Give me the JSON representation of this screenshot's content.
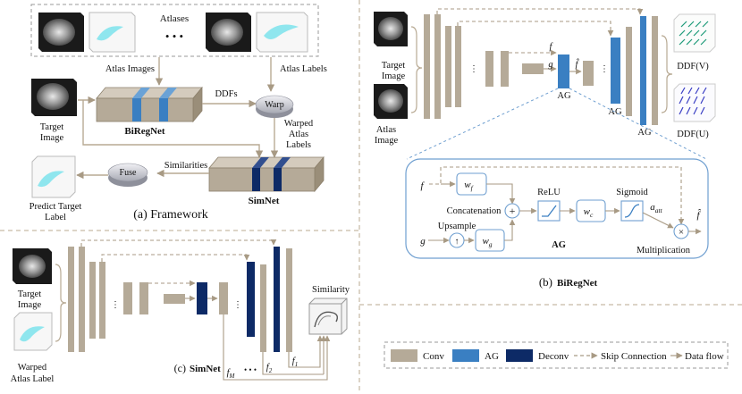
{
  "panel_a": {
    "atlases": "Atlases",
    "dots": "• • •",
    "atlas_images": "Atlas Images",
    "atlas_labels": "Atlas Labels",
    "target_image": [
      "Target",
      "Image"
    ],
    "ddfs": "DDFs",
    "warp": "Warp",
    "biregnet": "BiRegNet",
    "warped_atlas_labels": [
      "Warped",
      "Atlas",
      "Labels"
    ],
    "similarities": "Similarities",
    "fuse": "Fuse",
    "simnet": "SimNet",
    "predict": [
      "Predict Target",
      "Label"
    ],
    "caption": "(a) Framework"
  },
  "panel_b": {
    "target_image": [
      "Target",
      "Image"
    ],
    "atlas_image": [
      "Atlas",
      "Image"
    ],
    "f": "f",
    "g": "g",
    "f_hat": "f̂",
    "ag_labels": [
      "AG",
      "AG",
      "AG"
    ],
    "ddf_v": "DDF(V)",
    "ddf_u": "DDF(U)",
    "caption_prefix": "(b)",
    "caption_name": "BiRegNet",
    "ag_detail": {
      "f": "f",
      "wf": "w",
      "wf_sub": "f",
      "concatenation": "Concatenation",
      "relu": "ReLU",
      "wc": "w",
      "wc_sub": "c",
      "sigmoid": "Sigmoid",
      "a_att": "a",
      "a_att_sub": "att",
      "f_hat": "f̂",
      "multiplication": "Multiplication",
      "g": "g",
      "upsample": "Upsample",
      "wg": "w",
      "wg_sub": "g",
      "title": "AG"
    }
  },
  "panel_c": {
    "target_image": [
      "Target",
      "Image"
    ],
    "warped_atlas_label": [
      "Warped",
      "Atlas Label"
    ],
    "similarity": "Similarity",
    "f_m": "f",
    "f_m_sub": "M",
    "dots": "• • •",
    "f_2": "f",
    "f_2_sub": "2",
    "f_1": "f",
    "f_1_sub": "1",
    "caption_prefix": "(c)",
    "caption_name": "SimNet"
  },
  "legend": {
    "items": [
      {
        "label": "Conv",
        "color": "#b5aa98"
      },
      {
        "label": "AG",
        "color": "#3a7fc2"
      },
      {
        "label": "Deconv",
        "color": "#0d2a66"
      }
    ],
    "skip": "Skip Connection",
    "flow": "Data flow"
  },
  "colors": {
    "conv": "#b5aa98",
    "ag": "#3a7fc2",
    "deconv": "#0d2a66",
    "arrow": "#b8aa94",
    "cyan": "#8fe6ee",
    "box_border": "#6f9fd0",
    "panel_divider": "#b9a98f"
  }
}
